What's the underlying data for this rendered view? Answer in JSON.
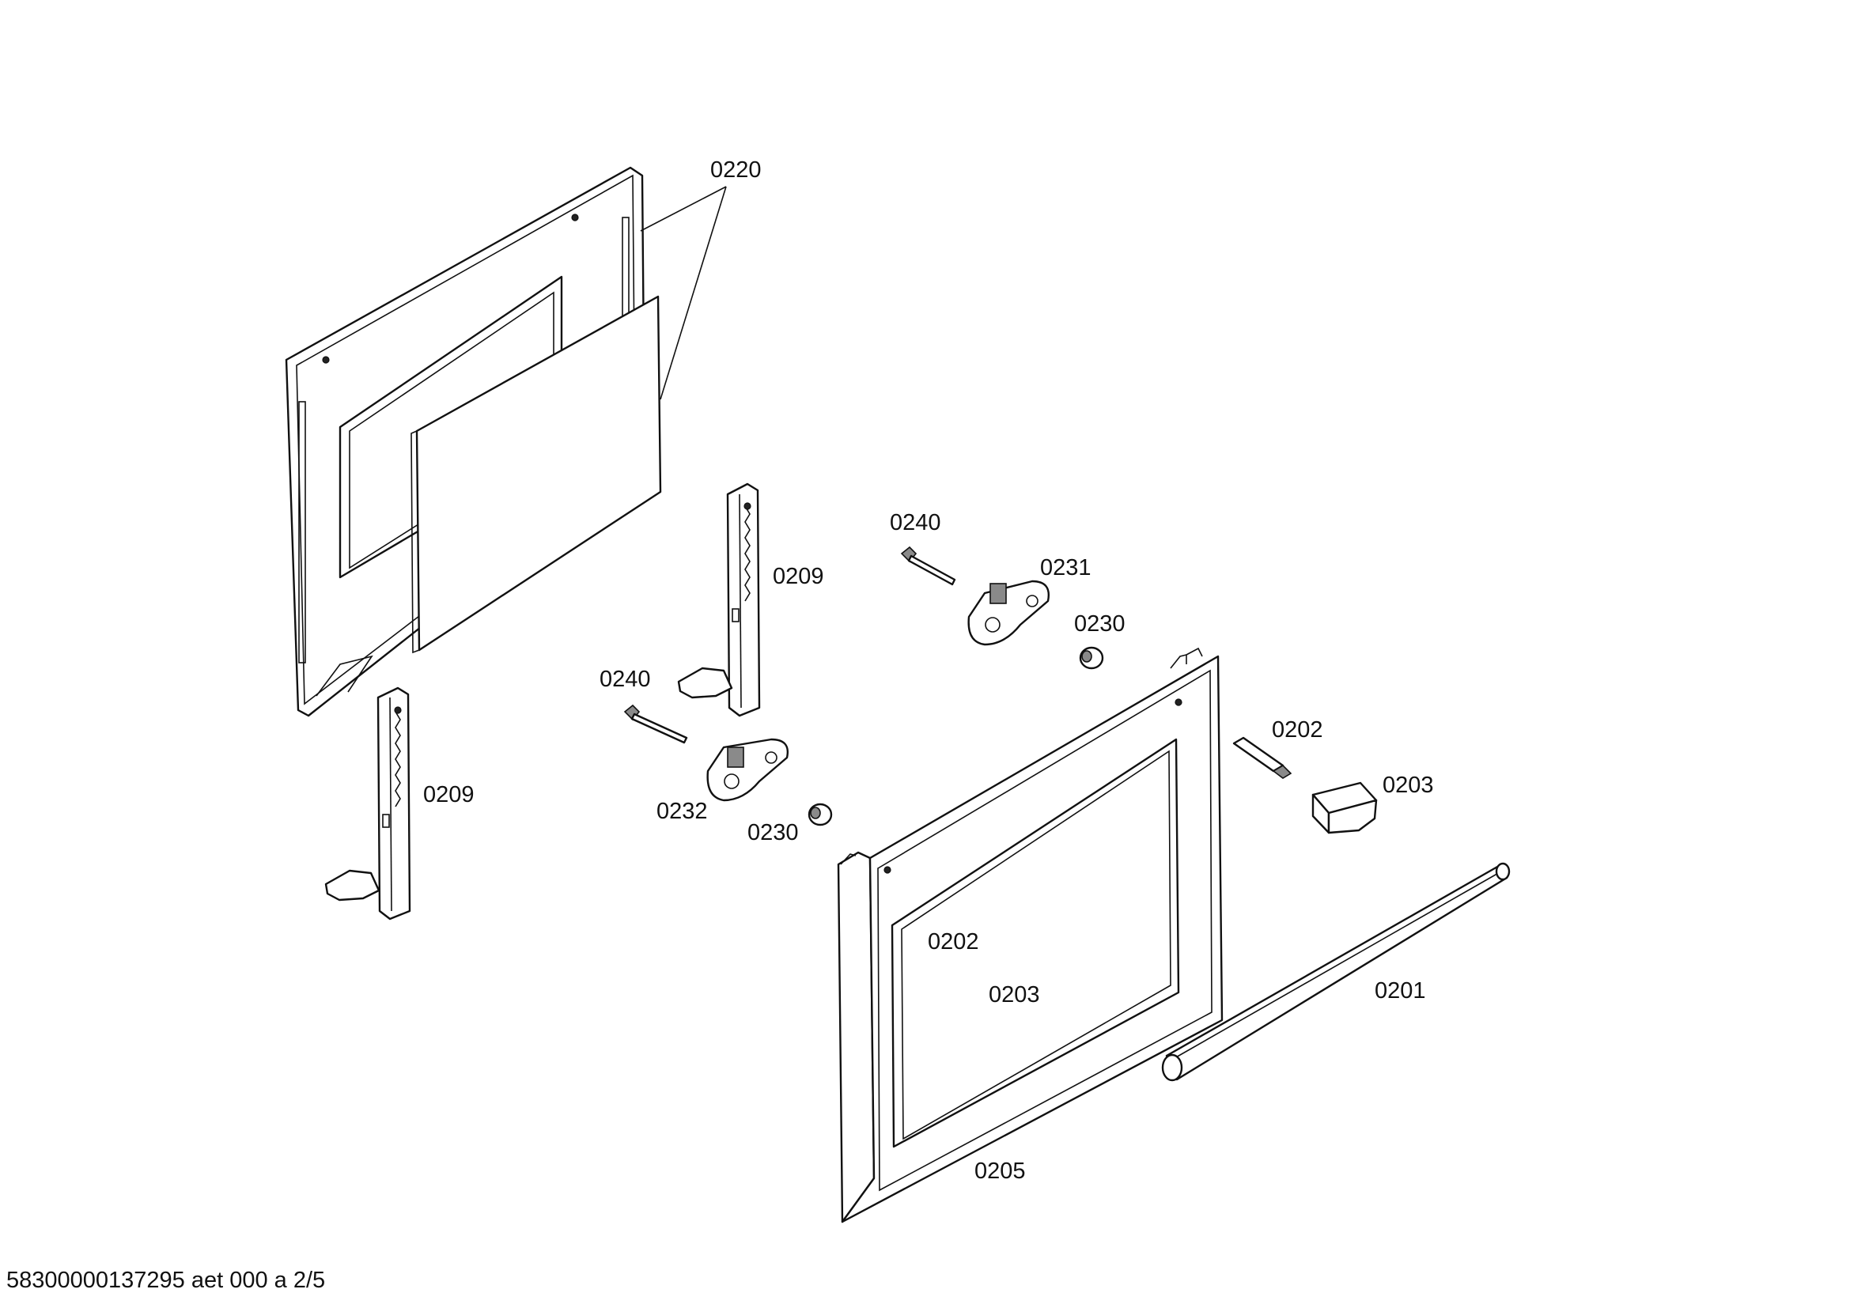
{
  "labels": {
    "door_inner_panel": "0220",
    "hinge_right": "0209",
    "hinge_left": "0209",
    "screw_upper": "0240",
    "screw_lower": "0240",
    "bracket_upper": "0231",
    "bracket_lower": "0232",
    "buffer_upper": "0230",
    "buffer_lower": "0230",
    "pin_upper": "0202",
    "pin_lower": "0202",
    "clip_upper": "0203",
    "clip_lower": "0203",
    "handle": "0201",
    "door_outer_frame": "0205"
  },
  "footer": "58300000137295 aet 000 a 2/5"
}
